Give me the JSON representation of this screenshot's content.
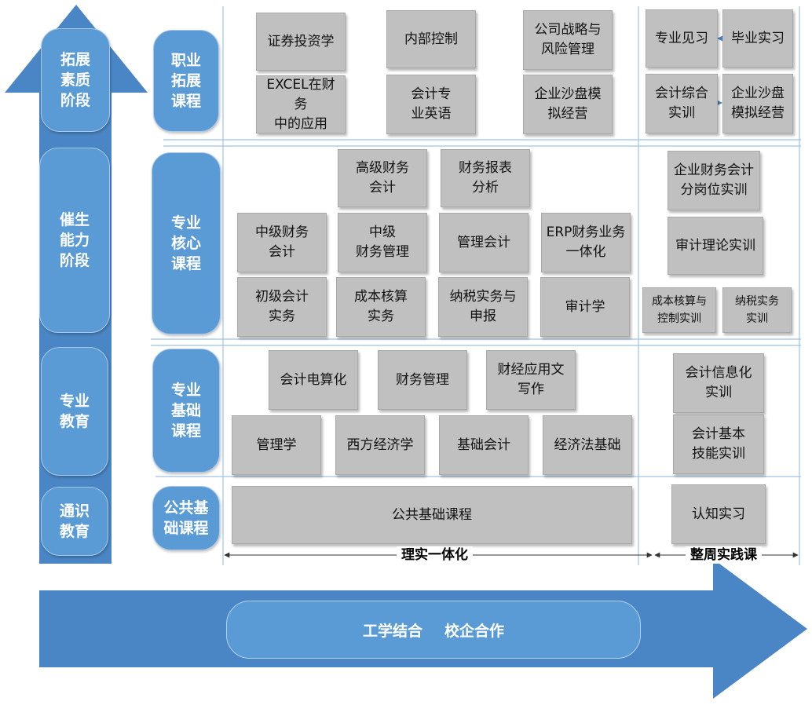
{
  "stages": [
    {
      "label": "拓展\n素质\n阶段"
    },
    {
      "label": "催生\n能力\n阶段"
    },
    {
      "label": "专业\n教育"
    },
    {
      "label": "通识\n教育"
    }
  ],
  "categories": [
    {
      "label": "职业\n拓展\n课程"
    },
    {
      "label": "专业\n核心\n课程"
    },
    {
      "label": "专业\n基础\n课程"
    },
    {
      "label": "公共基\n础课程"
    }
  ],
  "courses": {
    "career_extension": [
      "证券投资学",
      "内部控制",
      "公司战略与\n风险管理",
      "EXCEL在财务\n中的应用",
      "会计专\n业英语",
      "企业沙盘模\n拟经营"
    ],
    "core": [
      "高级财务\n会计",
      "财务报表\n分析",
      "中级财务\n会计",
      "中级\n财务管理",
      "管理会计",
      "ERP财务业务\n一体化",
      "初级会计\n实务",
      "成本核算\n实务",
      "纳税实务与\n申报",
      "审计学"
    ],
    "foundation": [
      "会计电算化",
      "财务管理",
      "财经应用文\n写作",
      "管理学",
      "西方经济学",
      "基础会计",
      "经济法基础"
    ],
    "public": [
      "公共基础课程"
    ]
  },
  "practice": {
    "career_extension": [
      "专业见习",
      "毕业实习",
      "会计综合\n实训",
      "企业沙盘\n模拟经营"
    ],
    "core": [
      "企业财务会计\n分岗位实训",
      "审计理论实训",
      "成本核算与\n控制实训",
      "纳税实务\n实训"
    ],
    "foundation": [
      "会计信息化\n实训",
      "会计基本\n技能实训"
    ],
    "public": [
      "认知实习"
    ]
  },
  "axis": {
    "integrated_label": "理实一体化",
    "weekly_label": "整周实践课"
  },
  "banner": {
    "left": "工学结合",
    "right": "校企合作"
  },
  "colors": {
    "accent_blue": "#5b9bd5",
    "arrow_blue": "#4a86c5",
    "box_gray": "#c0c0c0"
  }
}
